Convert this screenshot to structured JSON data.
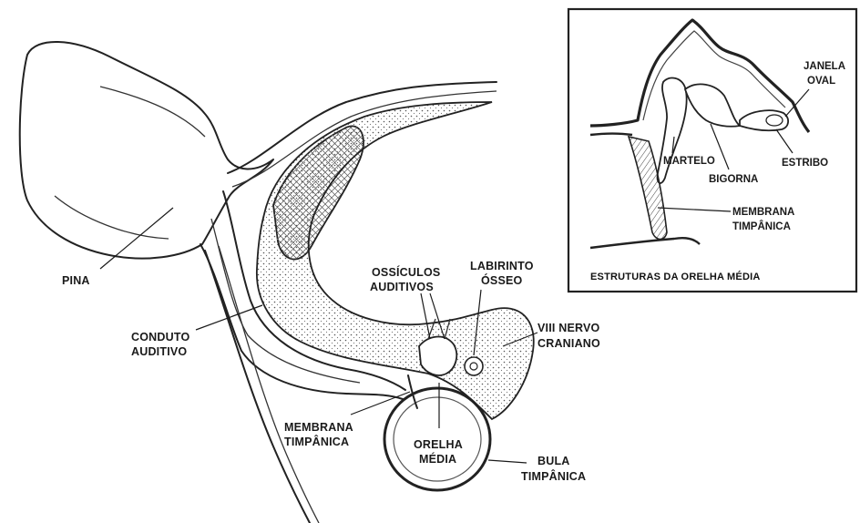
{
  "main_labels": {
    "pina": "PINA",
    "conduto_1": "CONDUTO",
    "conduto_2": "AUDITIVO",
    "ossiculos_1": "OSSÍCULOS",
    "ossiculos_2": "AUDITIVOS",
    "labirinto_1": "LABIRINTO",
    "labirinto_2": "ÓSSEO",
    "nervo_1": "VIII NERVO",
    "nervo_2": "CRANIANO",
    "membrana_1": "MEMBRANA",
    "membrana_2": "TIMPÂNICA",
    "orelha_1": "ORELHA",
    "orelha_2": "MÉDIA",
    "bula_1": "BULA",
    "bula_2": "TIMPÂNICA"
  },
  "inset": {
    "janela_1": "JANELA",
    "janela_2": "OVAL",
    "martelo": "MARTELO",
    "estribo": "ESTRIBO",
    "bigorna": "BIGORNA",
    "membrana_1": "MEMBRANA",
    "membrana_2": "TIMPÂNICA",
    "caption": "ESTRUTURAS DA ORELHA MÉDIA"
  }
}
